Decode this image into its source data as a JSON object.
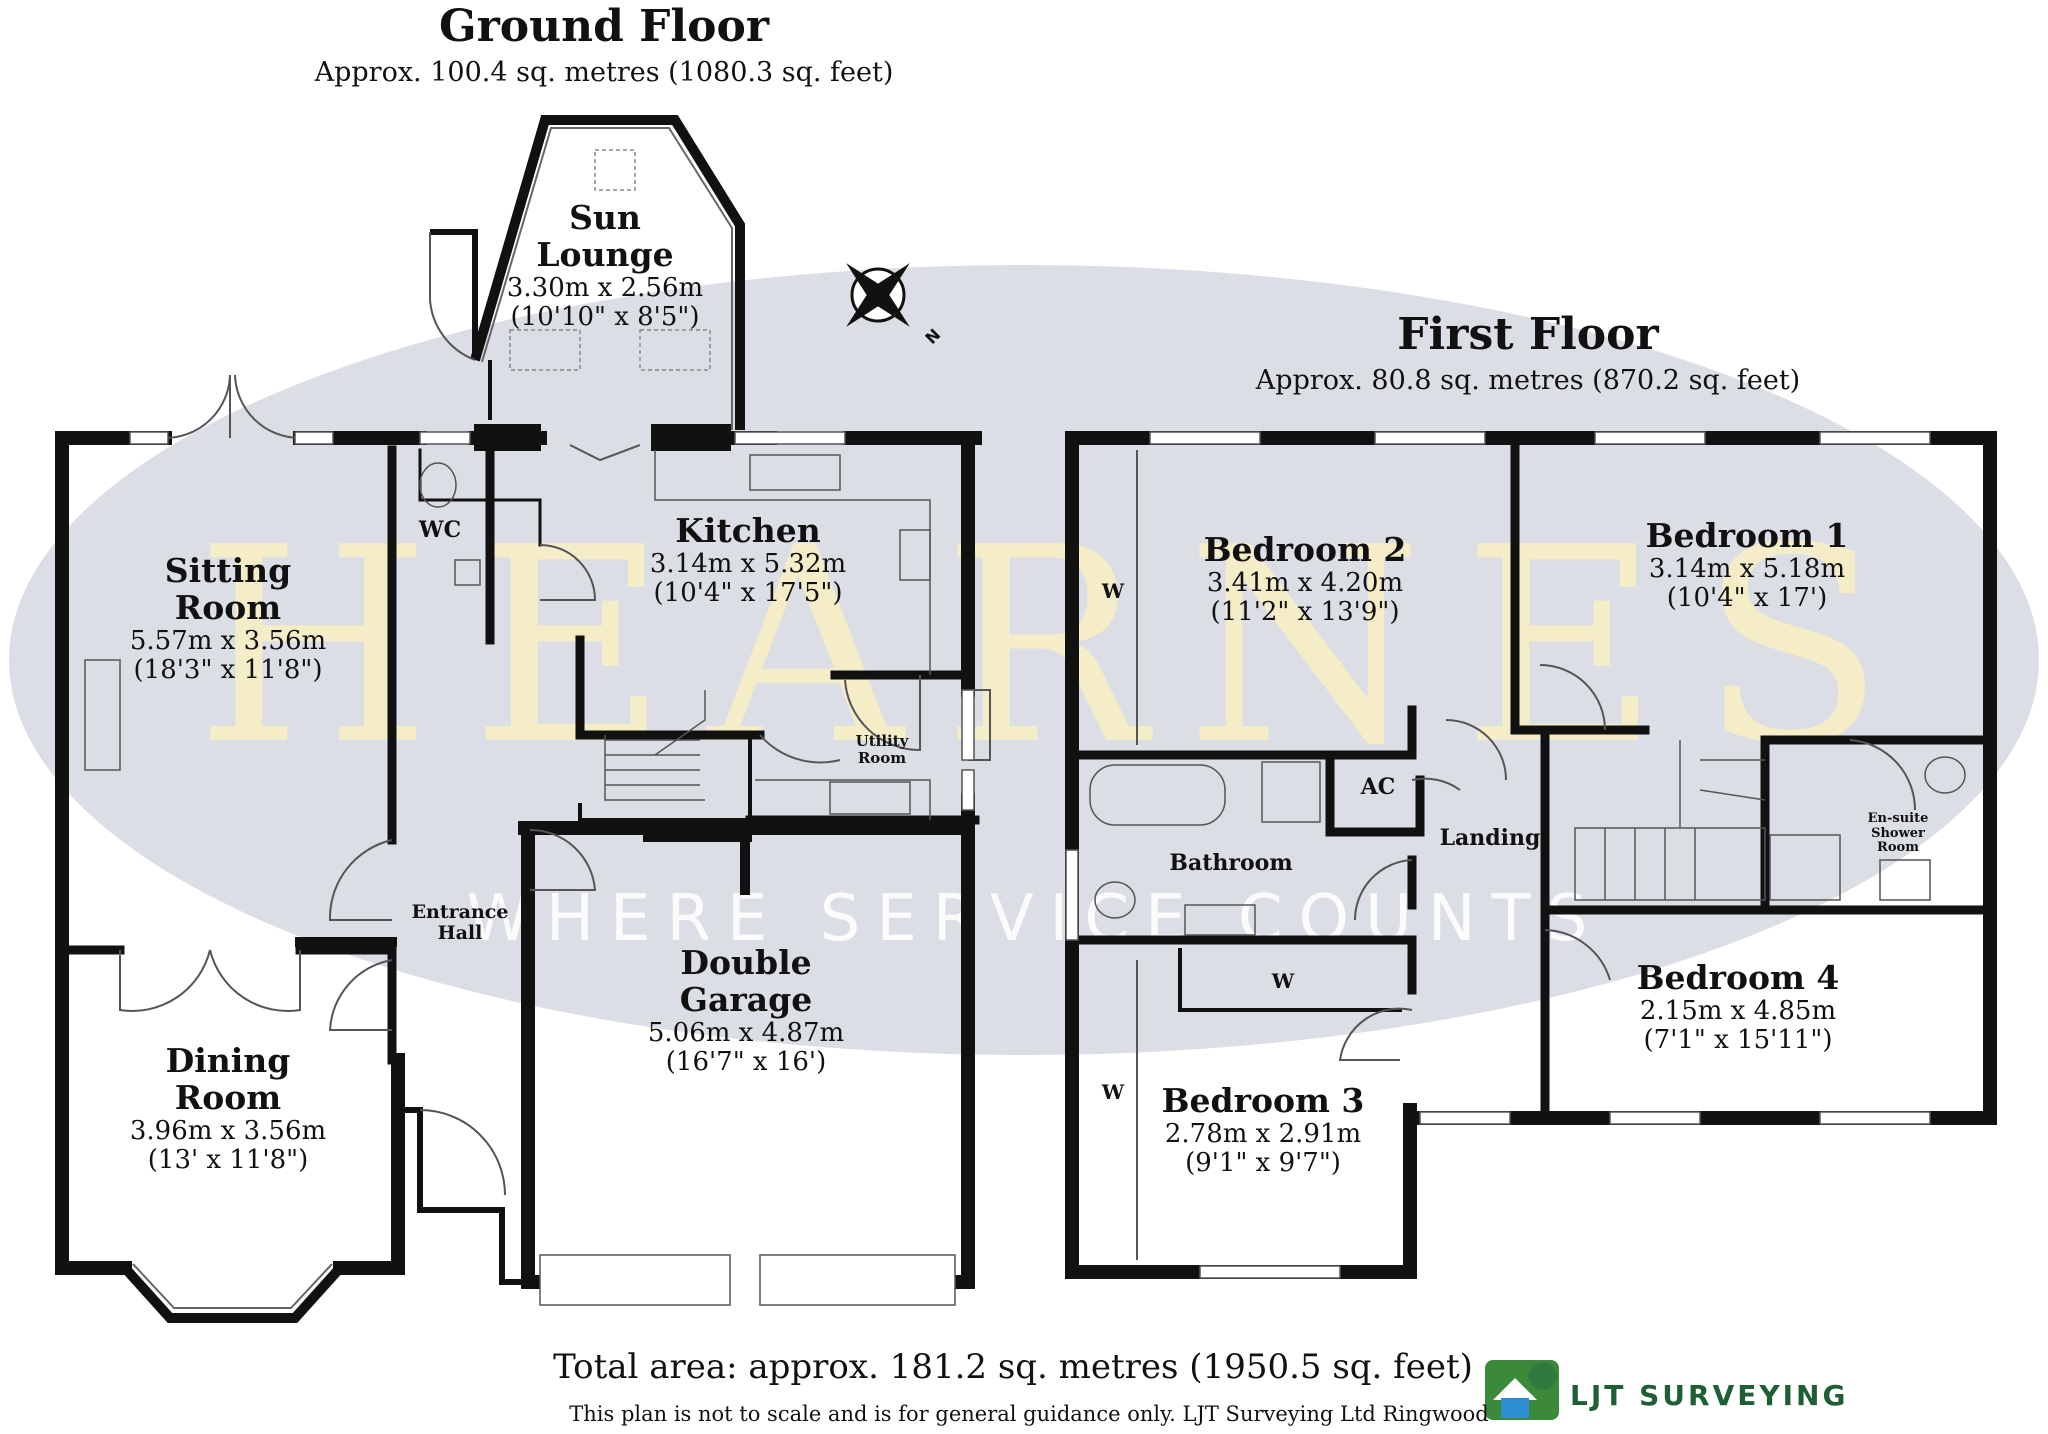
{
  "ground_floor": {
    "title": "Ground Floor",
    "area": "Approx. 100.4 sq. metres (1080.3 sq. feet)",
    "rooms": [
      {
        "name": "Sun\nLounge",
        "line1": "Sun",
        "line2": "Lounge",
        "metric": "3.30m x 2.56m",
        "imperial": "(10'10\" x 8'5\")"
      },
      {
        "line1": "Sitting",
        "line2": "Room",
        "metric": "5.57m x 3.56m",
        "imperial": "(18'3\" x 11'8\")"
      },
      {
        "line1": "Kitchen",
        "metric": "3.14m x 5.32m",
        "imperial": "(10'4\" x 17'5\")"
      },
      {
        "line1": "Dining",
        "line2": "Room",
        "metric": "3.96m x 3.56m",
        "imperial": "(13' x 11'8\")"
      },
      {
        "line1": "Double",
        "line2": "Garage",
        "metric": "5.06m x 4.87m",
        "imperial": "(16'7\" x 16')"
      }
    ],
    "labels": {
      "wc": "WC",
      "utility_1": "Utility",
      "utility_2": "Room",
      "hall_1": "Entrance",
      "hall_2": "Hall"
    }
  },
  "first_floor": {
    "title": "First Floor",
    "area": "Approx. 80.8 sq. metres (870.2 sq. feet)",
    "rooms": [
      {
        "line1": "Bedroom 2",
        "metric": "3.41m x 4.20m",
        "imperial": "(11'2\" x 13'9\")"
      },
      {
        "line1": "Bedroom 1",
        "metric": "3.14m x 5.18m",
        "imperial": "(10'4\" x 17')"
      },
      {
        "line1": "Bedroom 4",
        "metric": "2.15m x 4.85m",
        "imperial": "(7'1\" x 15'11\")"
      },
      {
        "line1": "Bedroom 3",
        "metric": "2.78m x 2.91m",
        "imperial": "(9'1\" x 9'7\")"
      }
    ],
    "labels": {
      "ac": "AC",
      "landing": "Landing",
      "bathroom": "Bathroom",
      "ensuite_1": "En-suite",
      "ensuite_2": "Shower",
      "ensuite_3": "Room",
      "wardrobe": "W"
    }
  },
  "watermark": {
    "brand": "HEARNES",
    "tagline": "WHERE SERVICE COUNTS"
  },
  "footer": {
    "total": "Total area: approx. 181.2 sq. metres (1950.5 sq. feet)",
    "disclaimer": "This plan is not to scale and is for general guidance only. LJT Surveying Ltd Ringwood",
    "logo": "LJT SURVEYING"
  },
  "compass": {
    "north_label": "N"
  },
  "colors": {
    "wall": "#111111",
    "watermark_oval": "#d9dbe3",
    "watermark_text": "#f3ecc4",
    "logo_green": "#2f7a3e",
    "logo_blue": "#2d8fd1"
  }
}
